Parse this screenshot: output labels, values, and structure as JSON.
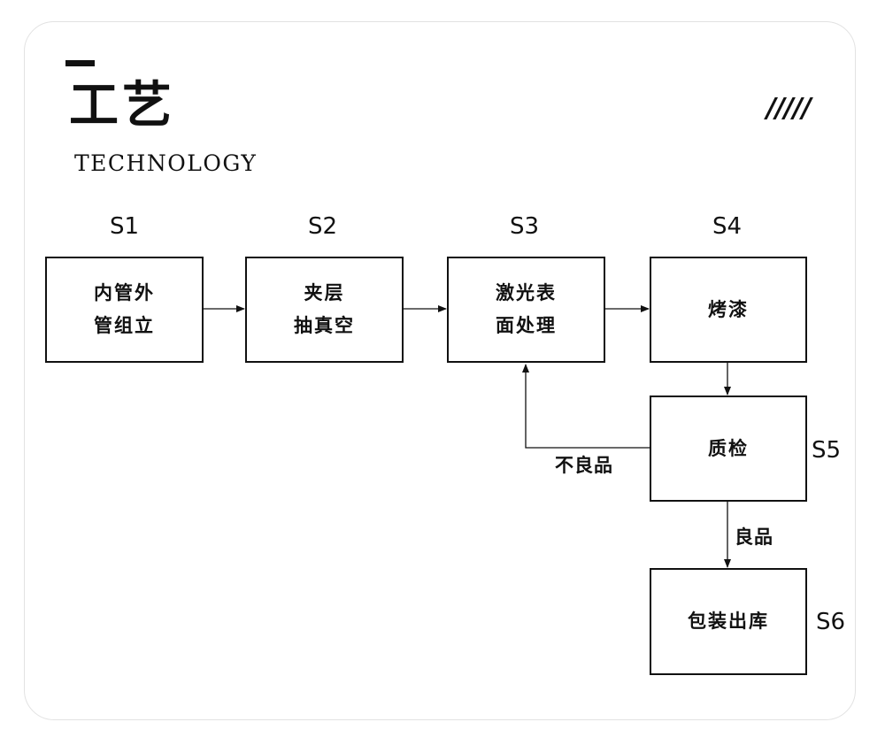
{
  "header": {
    "title": "工艺",
    "subtitle": "TECHNOLOGY",
    "decoration": "/////"
  },
  "steps": [
    {
      "id": "S1",
      "label": "内管外\n管组立"
    },
    {
      "id": "S2",
      "label": "夹层\n抽真空"
    },
    {
      "id": "S3",
      "label": "激光表\n面处理"
    },
    {
      "id": "S4",
      "label": "烤漆"
    },
    {
      "id": "S5",
      "label": "质检"
    },
    {
      "id": "S6",
      "label": "包装出库"
    }
  ],
  "edges": {
    "reject_label": "不良品",
    "pass_label": "良品"
  },
  "colors": {
    "line": "#111111",
    "card_border": "#e2e2e2",
    "background": "#ffffff"
  }
}
